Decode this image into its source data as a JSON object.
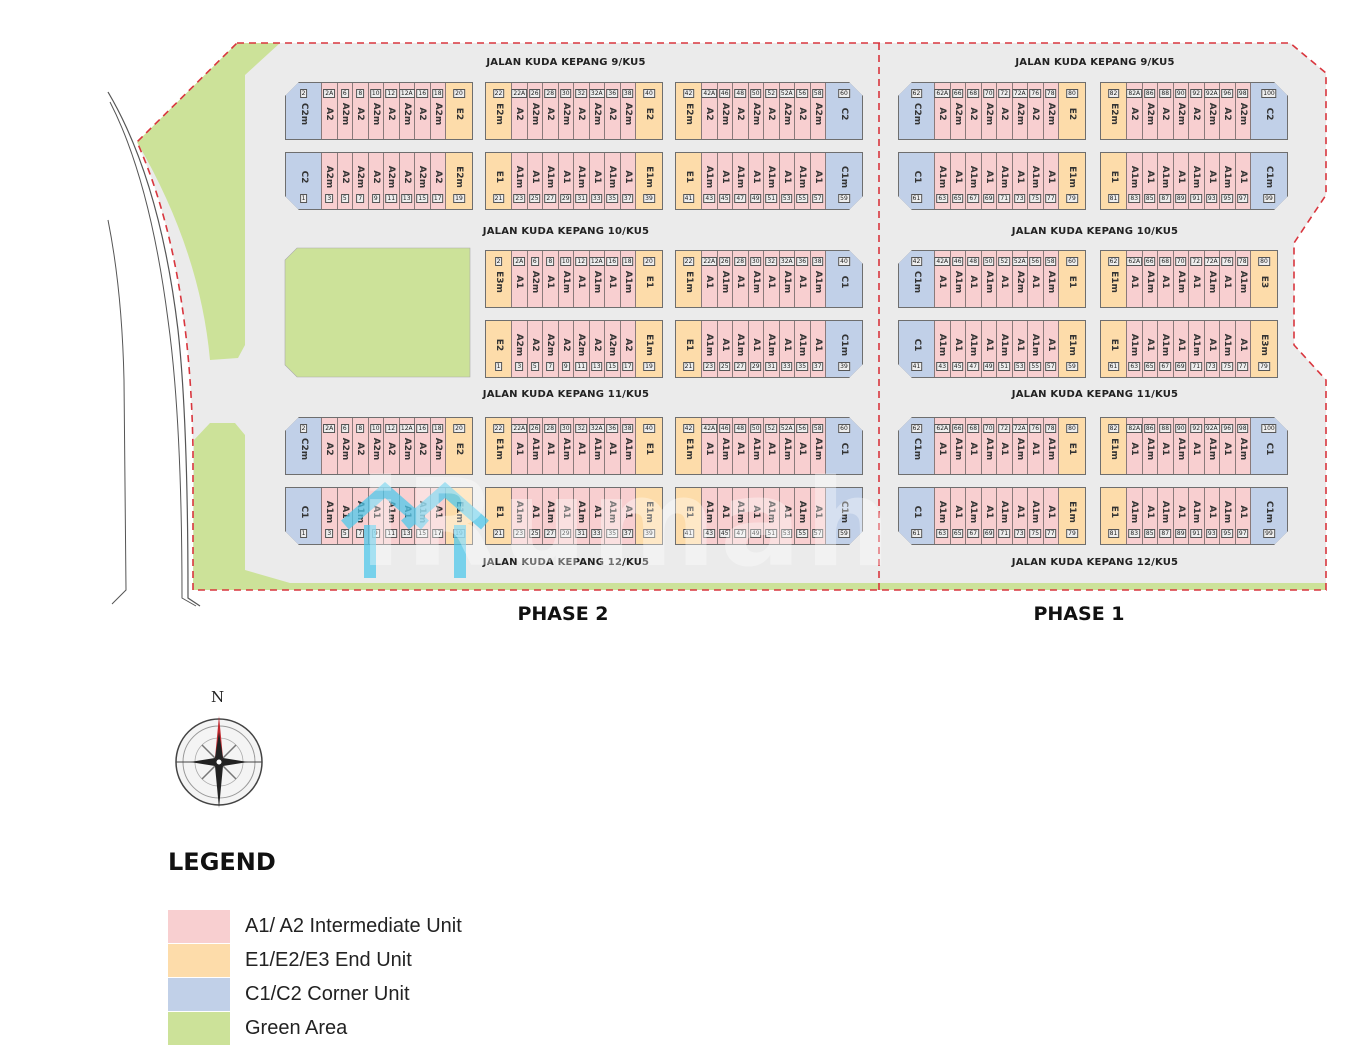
{
  "colors": {
    "intermediate": "#f8cfd0",
    "end": "#fddcaa",
    "corner": "#c1d0e8",
    "green": "#cce299",
    "road": "#ebebeb",
    "boundary": "#d9363e"
  },
  "roads": [
    "JALAN KUDA KEPANG 9/KU5",
    "JALAN KUDA KEPANG 10/KU5",
    "JALAN KUDA KEPANG 11/KU5",
    "JALAN KUDA KEPANG 12/KU5"
  ],
  "phases": [
    "PHASE 2",
    "PHASE 1"
  ],
  "watermark": "iRumah",
  "compass": {
    "north_label": "N"
  },
  "legend": {
    "title": "LEGEND",
    "items": [
      {
        "label": "A1/ A2 Intermediate Unit",
        "color": "#f8cfd0"
      },
      {
        "label": "E1/E2/E3 End Unit",
        "color": "#fddcaa"
      },
      {
        "label": "C1/C2 Corner Unit",
        "color": "#c1d0e8"
      },
      {
        "label": "Green Area",
        "color": "#cce299"
      }
    ]
  },
  "bands": [
    {
      "rows": [
        {
          "side": "top",
          "blocks": [
            {
              "col": 0,
              "nums": [
                "2",
                "2A",
                "6",
                "8",
                "10",
                "12",
                "12A",
                "16",
                "18",
                "20"
              ],
              "types": [
                "C2m",
                "A2",
                "A2m",
                "A2",
                "A2m",
                "A2",
                "A2m",
                "A2",
                "A2m",
                "E2"
              ]
            },
            {
              "col": 1,
              "nums": [
                "22",
                "22A",
                "26",
                "28",
                "30",
                "32",
                "32A",
                "36",
                "38",
                "40"
              ],
              "types": [
                "E2m",
                "A2",
                "A2m",
                "A2",
                "A2m",
                "A2",
                "A2m",
                "A2",
                "A2m",
                "E2"
              ]
            },
            {
              "col": 2,
              "nums": [
                "42",
                "42A",
                "46",
                "48",
                "50",
                "52",
                "52A",
                "56",
                "58",
                "60"
              ],
              "types": [
                "E2m",
                "A2",
                "A2m",
                "A2",
                "A2m",
                "A2",
                "A2m",
                "A2",
                "A2m",
                "C2"
              ]
            },
            {
              "col": 3,
              "nums": [
                "62",
                "62A",
                "66",
                "68",
                "70",
                "72",
                "72A",
                "76",
                "78",
                "80"
              ],
              "types": [
                "C2m",
                "A2",
                "A2m",
                "A2",
                "A2m",
                "A2",
                "A2m",
                "A2",
                "A2m",
                "E2"
              ]
            },
            {
              "col": 4,
              "nums": [
                "82",
                "82A",
                "86",
                "88",
                "90",
                "92",
                "92A",
                "96",
                "98",
                "100"
              ],
              "types": [
                "E2m",
                "A2",
                "A2m",
                "A2",
                "A2m",
                "A2",
                "A2m",
                "A2",
                "A2m",
                "C2"
              ]
            }
          ]
        },
        {
          "side": "bottom",
          "blocks": [
            {
              "col": 0,
              "nums": [
                "1",
                "3",
                "5",
                "7",
                "9",
                "11",
                "13",
                "15",
                "17",
                "19"
              ],
              "types": [
                "C2",
                "A2m",
                "A2",
                "A2m",
                "A2",
                "A2m",
                "A2",
                "A2m",
                "A2",
                "E2m"
              ]
            },
            {
              "col": 1,
              "nums": [
                "21",
                "23",
                "25",
                "27",
                "29",
                "31",
                "33",
                "35",
                "37",
                "39"
              ],
              "types": [
                "E1",
                "A1m",
                "A1",
                "A1m",
                "A1",
                "A1m",
                "A1",
                "A1m",
                "A1",
                "E1m"
              ]
            },
            {
              "col": 2,
              "nums": [
                "41",
                "43",
                "45",
                "47",
                "49",
                "51",
                "53",
                "55",
                "57",
                "59"
              ],
              "types": [
                "E1",
                "A1m",
                "A1",
                "A1m",
                "A1",
                "A1m",
                "A1",
                "A1m",
                "A1",
                "C1m"
              ]
            },
            {
              "col": 3,
              "nums": [
                "61",
                "63",
                "65",
                "67",
                "69",
                "71",
                "73",
                "75",
                "77",
                "79"
              ],
              "types": [
                "C1",
                "A1m",
                "A1",
                "A1m",
                "A1",
                "A1m",
                "A1",
                "A1m",
                "A1",
                "E1m"
              ]
            },
            {
              "col": 4,
              "nums": [
                "81",
                "83",
                "85",
                "87",
                "89",
                "91",
                "93",
                "95",
                "97",
                "99"
              ],
              "types": [
                "E1",
                "A1m",
                "A1",
                "A1m",
                "A1",
                "A1m",
                "A1",
                "A1m",
                "A1",
                "C1m"
              ]
            }
          ]
        }
      ]
    },
    {
      "rows": [
        {
          "side": "top",
          "blocks": [
            {
              "col": 1,
              "nums": [
                "2",
                "2A",
                "6",
                "8",
                "10",
                "12",
                "12A",
                "16",
                "18",
                "20"
              ],
              "types": [
                "E3m",
                "A1",
                "A2m",
                "A1",
                "A1m",
                "A1",
                "A1m",
                "A1",
                "A1m",
                "E1"
              ]
            },
            {
              "col": 2,
              "nums": [
                "22",
                "22A",
                "26",
                "28",
                "30",
                "32",
                "32A",
                "36",
                "38",
                "40"
              ],
              "types": [
                "E1m",
                "A1",
                "A1m",
                "A1",
                "A1m",
                "A1",
                "A1m",
                "A1",
                "A1m",
                "C1"
              ]
            },
            {
              "col": 3,
              "nums": [
                "42",
                "42A",
                "46",
                "48",
                "50",
                "52",
                "52A",
                "56",
                "58",
                "60"
              ],
              "types": [
                "C1m",
                "A1",
                "A1m",
                "A1",
                "A1m",
                "A1",
                "A2m",
                "A1",
                "A1m",
                "E1"
              ]
            },
            {
              "col": 4,
              "nums": [
                "62",
                "62A",
                "66",
                "68",
                "70",
                "72",
                "72A",
                "76",
                "78",
                "80"
              ],
              "types": [
                "E1m",
                "A1",
                "A1m",
                "A1",
                "A1m",
                "A1",
                "A1m",
                "A1",
                "A1m",
                "E3"
              ]
            }
          ]
        },
        {
          "side": "bottom",
          "blocks": [
            {
              "col": 1,
              "nums": [
                "1",
                "3",
                "5",
                "7",
                "9",
                "11",
                "13",
                "15",
                "17",
                "19"
              ],
              "types": [
                "E2",
                "A2m",
                "A2",
                "A2m",
                "A2",
                "A2m",
                "A2",
                "A2m",
                "A2",
                "E1m"
              ]
            },
            {
              "col": 2,
              "nums": [
                "21",
                "23",
                "25",
                "27",
                "29",
                "31",
                "33",
                "35",
                "37",
                "39"
              ],
              "types": [
                "E1",
                "A1m",
                "A1",
                "A1m",
                "A1",
                "A1m",
                "A1",
                "A1m",
                "A1",
                "C1m"
              ]
            },
            {
              "col": 3,
              "nums": [
                "41",
                "43",
                "45",
                "47",
                "49",
                "51",
                "53",
                "55",
                "57",
                "59"
              ],
              "types": [
                "C1",
                "A1m",
                "A1",
                "A1m",
                "A1",
                "A1m",
                "A1",
                "A1m",
                "A1",
                "E1m"
              ]
            },
            {
              "col": 4,
              "nums": [
                "61",
                "63",
                "65",
                "67",
                "69",
                "71",
                "73",
                "75",
                "77",
                "79"
              ],
              "types": [
                "E1",
                "A1m",
                "A1",
                "A1m",
                "A1",
                "A1m",
                "A1",
                "A1m",
                "A1",
                "E3m"
              ]
            }
          ]
        }
      ]
    },
    {
      "rows": [
        {
          "side": "top",
          "blocks": [
            {
              "col": 0,
              "nums": [
                "2",
                "2A",
                "6",
                "8",
                "10",
                "12",
                "12A",
                "16",
                "18",
                "20"
              ],
              "types": [
                "C2m",
                "A2",
                "A2m",
                "A2",
                "A2m",
                "A2",
                "A2m",
                "A2",
                "A2m",
                "E2"
              ]
            },
            {
              "col": 1,
              "nums": [
                "22",
                "22A",
                "26",
                "28",
                "30",
                "32",
                "32A",
                "36",
                "38",
                "40"
              ],
              "types": [
                "E1m",
                "A1",
                "A1m",
                "A1",
                "A1m",
                "A1",
                "A1m",
                "A1",
                "A1m",
                "E1"
              ]
            },
            {
              "col": 2,
              "nums": [
                "42",
                "42A",
                "46",
                "48",
                "50",
                "52",
                "52A",
                "56",
                "58",
                "60"
              ],
              "types": [
                "E1m",
                "A1",
                "A1m",
                "A1",
                "A1m",
                "A1",
                "A1m",
                "A1",
                "A1m",
                "C1"
              ]
            },
            {
              "col": 3,
              "nums": [
                "62",
                "62A",
                "66",
                "68",
                "70",
                "72",
                "72A",
                "76",
                "78",
                "80"
              ],
              "types": [
                "C1m",
                "A1",
                "A1m",
                "A1",
                "A1m",
                "A1",
                "A1m",
                "A1",
                "A1m",
                "E1"
              ]
            },
            {
              "col": 4,
              "nums": [
                "82",
                "82A",
                "86",
                "88",
                "90",
                "92",
                "92A",
                "96",
                "98",
                "100"
              ],
              "types": [
                "E1m",
                "A1",
                "A1m",
                "A1",
                "A1m",
                "A1",
                "A1m",
                "A1",
                "A1m",
                "C1"
              ]
            }
          ]
        },
        {
          "side": "bottom",
          "blocks": [
            {
              "col": 0,
              "nums": [
                "1",
                "3",
                "5",
                "7",
                "9",
                "11",
                "13",
                "15",
                "17",
                "19"
              ],
              "types": [
                "C1",
                "A1m",
                "A1",
                "A1m",
                "A1",
                "A1m",
                "A1",
                "A1m",
                "A1",
                "E1m"
              ]
            },
            {
              "col": 1,
              "nums": [
                "21",
                "23",
                "25",
                "27",
                "29",
                "31",
                "33",
                "35",
                "37",
                "39"
              ],
              "types": [
                "E1",
                "A1m",
                "A1",
                "A1m",
                "A1",
                "A1m",
                "A1",
                "A1m",
                "A1",
                "E1m"
              ]
            },
            {
              "col": 2,
              "nums": [
                "41",
                "43",
                "45",
                "47",
                "49",
                "51",
                "53",
                "55",
                "57",
                "59"
              ],
              "types": [
                "E1",
                "A1m",
                "A1",
                "A1m",
                "A1",
                "A1m",
                "A1",
                "A1m",
                "A1",
                "C1m"
              ]
            },
            {
              "col": 3,
              "nums": [
                "61",
                "63",
                "65",
                "67",
                "69",
                "71",
                "73",
                "75",
                "77",
                "79"
              ],
              "types": [
                "C1",
                "A1m",
                "A1",
                "A1m",
                "A1",
                "A1m",
                "A1",
                "A1m",
                "A1",
                "E1m"
              ]
            },
            {
              "col": 4,
              "nums": [
                "81",
                "83",
                "85",
                "87",
                "89",
                "91",
                "93",
                "95",
                "97",
                "99"
              ],
              "types": [
                "E1",
                "A1m",
                "A1",
                "A1m",
                "A1",
                "A1m",
                "A1",
                "A1m",
                "A1",
                "C1m"
              ]
            }
          ]
        }
      ]
    }
  ]
}
